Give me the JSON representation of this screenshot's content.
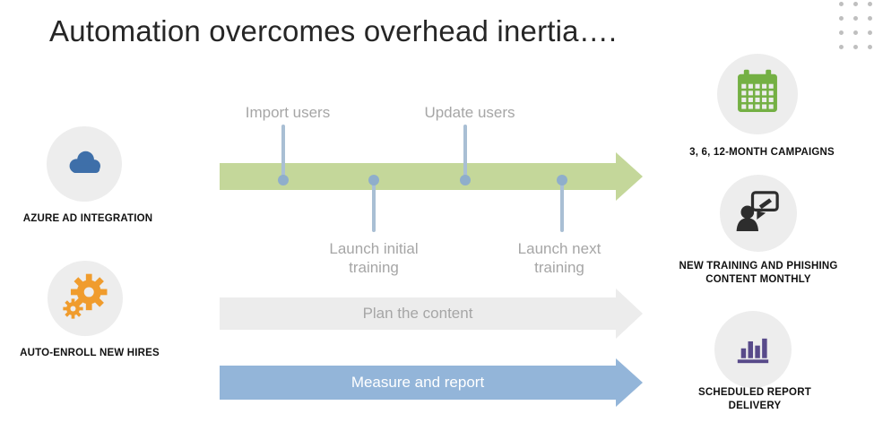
{
  "slide": {
    "title": "Automation overcomes overhead inertia…."
  },
  "left_features": [
    {
      "label": "AZURE AD INTEGRATION",
      "icon": "cloud-icon"
    },
    {
      "label": "AUTO-ENROLL NEW HIRES",
      "icon": "gears-icon"
    }
  ],
  "right_features": [
    {
      "label": "3, 6, 12-MONTH CAMPAIGNS",
      "icon": "calendar-icon"
    },
    {
      "label": "NEW TRAINING AND PHISHING CONTENT MONTHLY",
      "icon": "training-content-icon"
    },
    {
      "label": "SCHEDULED REPORT DELIVERY",
      "icon": "bar-chart-icon"
    }
  ],
  "timeline": {
    "milestones_top": [
      {
        "label": "Import users"
      },
      {
        "label": "Update users"
      }
    ],
    "milestones_bottom": [
      {
        "label": "Launch initial training"
      },
      {
        "label": "Launch next training"
      }
    ],
    "phase_arrow_labels": {
      "plan": "Plan the content",
      "measure": "Measure and report"
    }
  },
  "colors": {
    "arrow_green": "#c4d79a",
    "arrow_gray": "#ececec",
    "arrow_blue": "#93b5d9",
    "milestone_stem": "#a9bfd4",
    "milestone_dot": "#8faecb",
    "circle_bg": "#ededed",
    "icon_cloud": "#3e6fa9",
    "icon_gears": "#f09c2d",
    "icon_calendar": "#74b044",
    "icon_training": "#2d2d2d",
    "icon_report": "#584a8a",
    "title_text": "#262626",
    "muted_text": "#a6a6a6"
  }
}
